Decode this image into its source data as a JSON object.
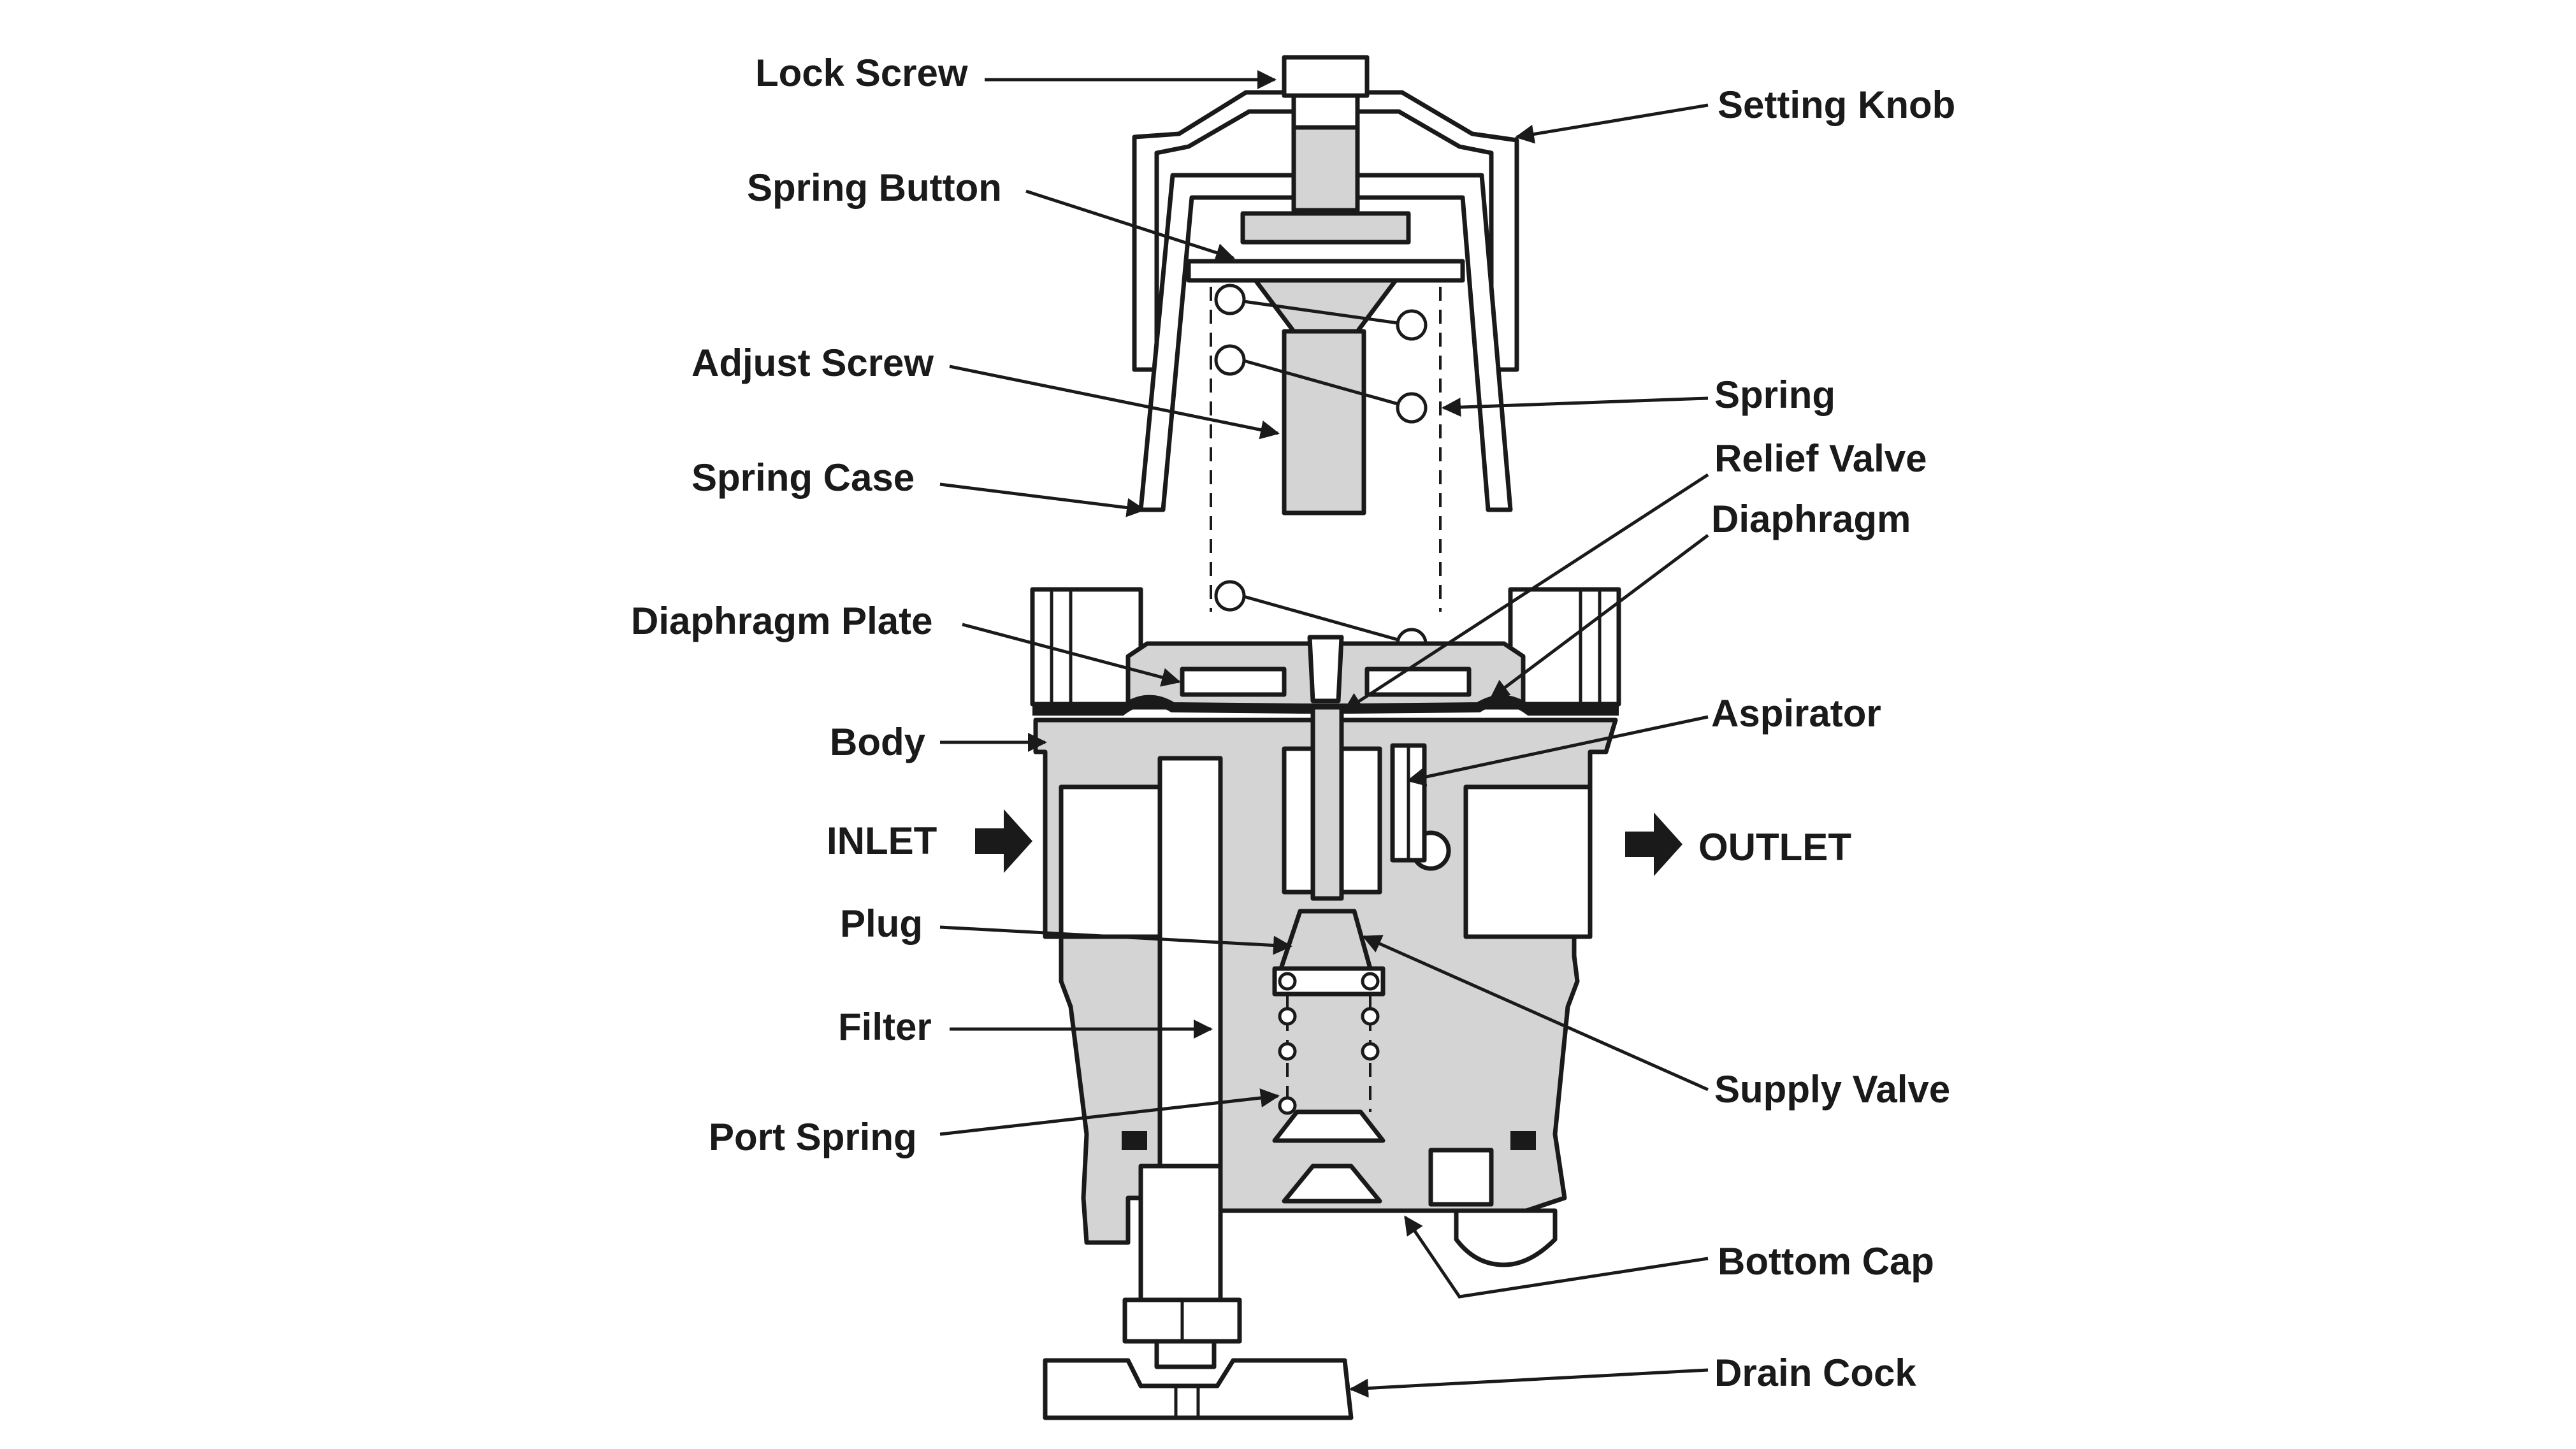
{
  "labels": {
    "lock_screw": "Lock Screw",
    "setting_knob": "Setting Knob",
    "spring_button": "Spring Button",
    "adjust_screw": "Adjust Screw",
    "spring": "Spring",
    "spring_case": "Spring Case",
    "relief_valve": "Relief Valve",
    "diaphragm": "Diaphragm",
    "diaphragm_plate": "Diaphragm Plate",
    "body": "Body",
    "aspirator": "Aspirator",
    "inlet": "INLET",
    "outlet": "OUTLET",
    "plug": "Plug",
    "filter": "Filter",
    "supply_valve": "Supply Valve",
    "port_spring": "Port Spring",
    "bottom_cap": "Bottom Cap",
    "drain_cock": "Drain Cock"
  },
  "colors": {
    "ink": "#1a1a1a",
    "casting_fill": "#d4d4d4",
    "background": "#ffffff"
  }
}
